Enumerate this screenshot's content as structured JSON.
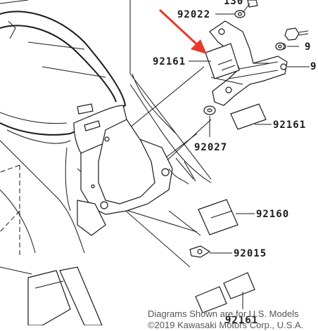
{
  "labels": {
    "p92022": "92022",
    "p92161a": "92161",
    "p92161b": "92161",
    "p92027": "92027",
    "p92160": "92160",
    "p92015": "92015",
    "p92161c": "92161",
    "top_partial": "130",
    "right_partial_a": "9",
    "right_partial_b": "9"
  },
  "caption": {
    "line1": "Diagrams Shown are for U.S. Models",
    "line2": "©2019 Kawasaki Motors Corp., U.S.A."
  },
  "colors": {
    "arrow": "#e8392b",
    "line": "#1a1a1a",
    "caption": "#555555"
  }
}
